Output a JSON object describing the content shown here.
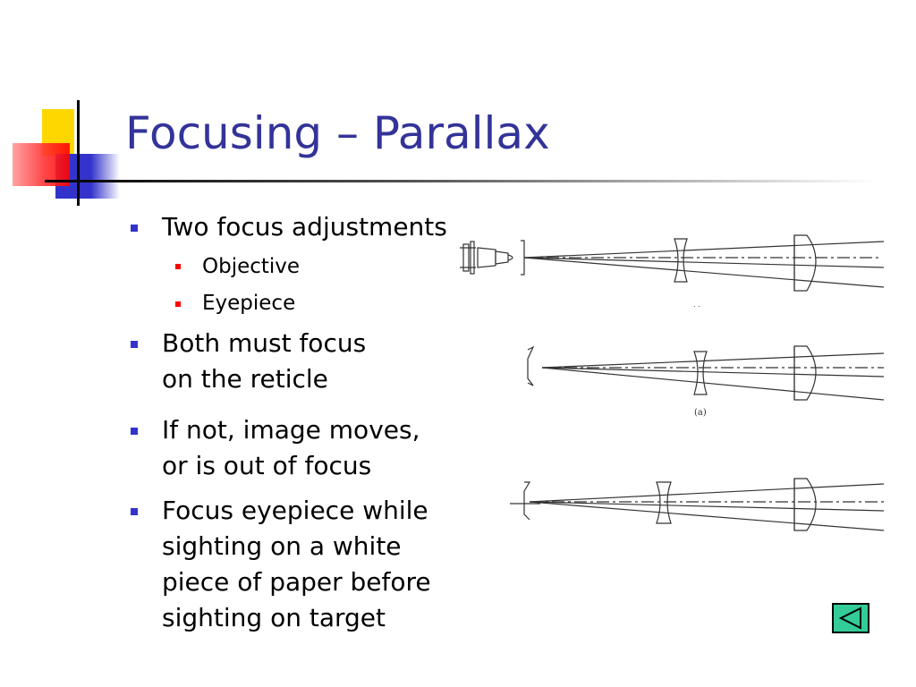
{
  "slide": {
    "title": "Focusing – Parallax",
    "bullets": [
      {
        "lines": [
          "Two focus adjustments"
        ]
      },
      {
        "lines": [
          "Objective"
        ]
      },
      {
        "lines": [
          "Eyepiece"
        ]
      },
      {
        "lines": [
          "Both must focus",
          "on the reticle"
        ]
      },
      {
        "lines": [
          "If not, image moves,",
          "or is out of focus"
        ]
      },
      {
        "lines": [
          "Focus eyepiece while",
          "sighting on a white",
          "piece of paper before",
          "sighting on target"
        ]
      }
    ],
    "figure_caption": "(a)",
    "nav_icon": "back-arrow-icon"
  },
  "colors": {
    "title": "#333399",
    "bullet_l1": "#3333cc",
    "bullet_l2": "#ff0000",
    "nav_button": "#33cc99"
  }
}
